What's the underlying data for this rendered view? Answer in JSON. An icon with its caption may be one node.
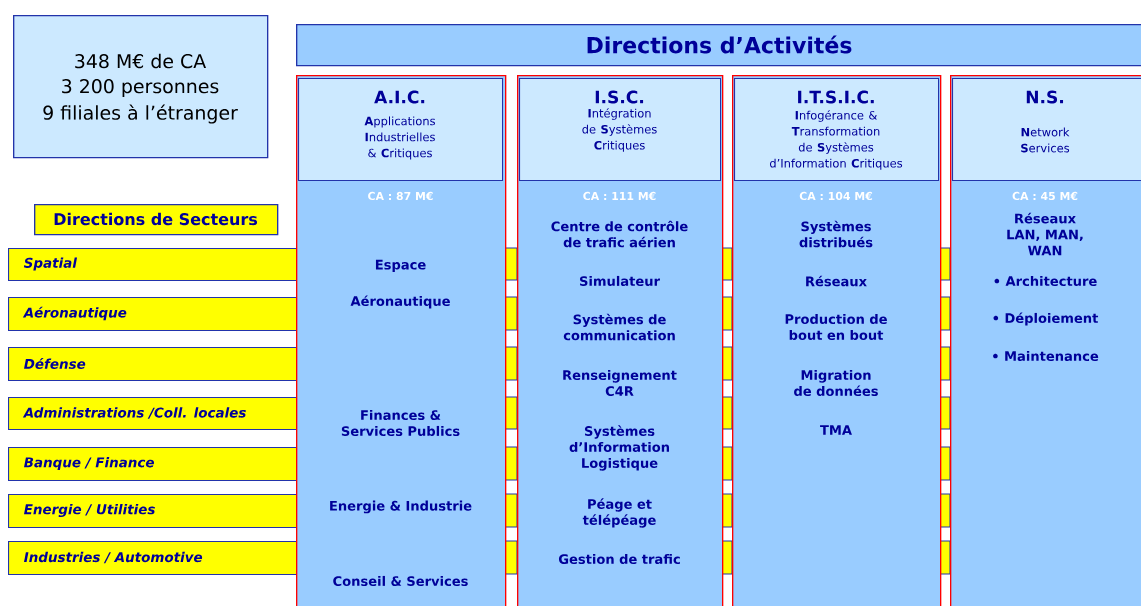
{
  "diagram": {
    "nodes": [
      {
        "text": [
          "348 M€ de CA",
          "3 200 personnes",
          "9 filiales à l’étranger"
        ]
      },
      {
        "text": [
          "Directions d’Activités"
        ]
      },
      {
        "text": [
          "Directions de Secteurs"
        ]
      },
      {
        "text": [
          "Spatial"
        ]
      },
      {
        "text": [
          "Aéronautique"
        ]
      },
      {
        "text": [
          "Défense"
        ]
      },
      {
        "text": [
          "Administrations /Coll. locales"
        ]
      },
      {
        "text": [
          "Banque / Finance"
        ]
      },
      {
        "text": [
          "Energie / Utilities"
        ]
      },
      {
        "text": [
          "Industries / Automotive"
        ]
      },
      {
        "text": [
          "CA : 87 M€",
          "Espace",
          "Aéronautique",
          "Finances & Services Publics",
          "Energie & Industrie",
          "Conseil & Services"
        ]
      },
      {
        "text": [
          "A.I.C.",
          "**A**pplications **I**ndustrielles & **C**ritiques"
        ],
        "in": 10
      },
      {
        "text": [
          "CA : 111 M€",
          "Centre de contrôle de trafic aérien",
          "Simulateur",
          "Systèmes de communication",
          "Renseignement C4R",
          "Systèmes d’Information Logistique",
          "Péage et télépéage",
          "Gestion de trafic"
        ]
      },
      {
        "text": [
          "I.S.C.",
          "**I**ntégration de **S**ystèmes **C**ritiques"
        ],
        "in": 12
      },
      {
        "text": [
          "CA : 104 M€",
          "Systèmes distribués",
          "Réseaux",
          "Production de bout en bout",
          "Migration de données",
          "TMA"
        ]
      },
      {
        "text": [
          "I.T.S.I.C.",
          "**I**nfogérance & **T**ransformation de **S**ystèmes d’Information **C**ritiques"
        ],
        "in": 14
      },
      {
        "text": [
          "CA : 45 M€",
          "Réseaux LAN, MAN, WAN",
          "• Architecture",
          "• Déploiement",
          "• Maintenance"
        ]
      },
      {
        "text": [
          "N.S.",
          "**N**etwork **S**ervices"
        ],
        "in": 16
      }
    ]
  }
}
